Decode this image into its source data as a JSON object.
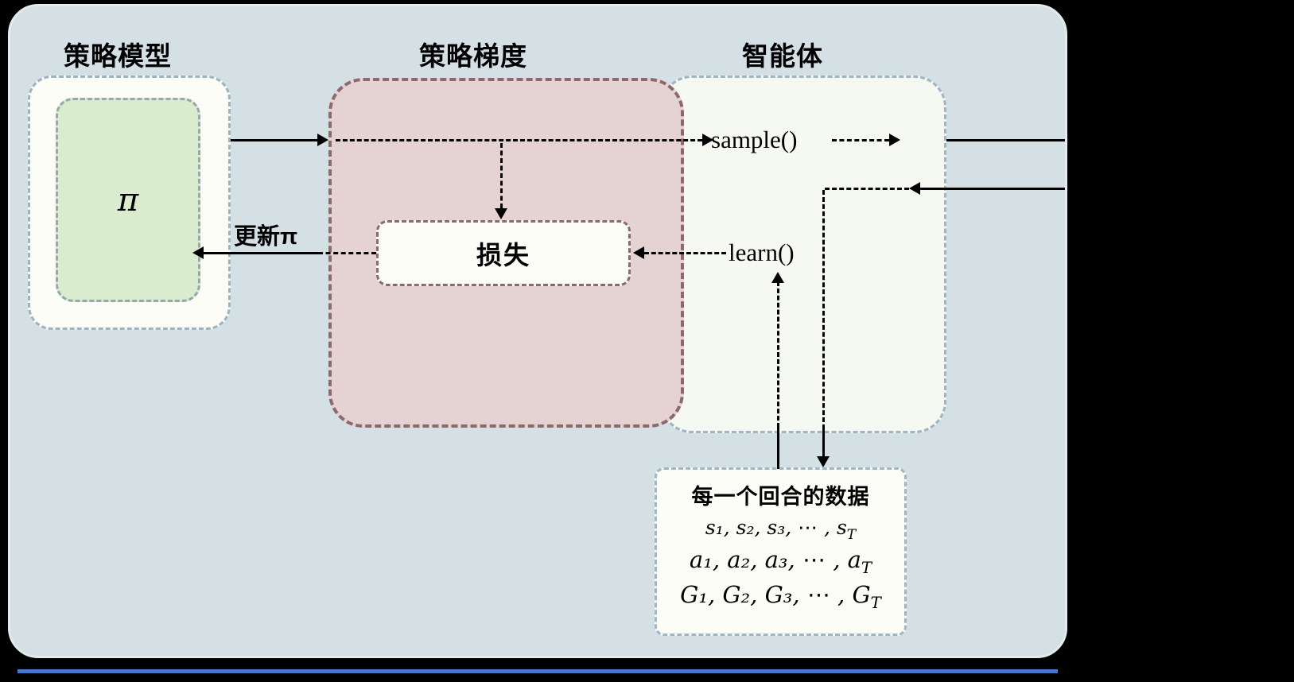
{
  "sections": {
    "policy_model": {
      "title": "策略模型",
      "pi_symbol": "π"
    },
    "policy_gradient": {
      "title": "策略梯度",
      "loss_label": "损失"
    },
    "agent": {
      "title": "智能体",
      "sample_label": "sample()",
      "learn_label": "learn()"
    }
  },
  "arrow_labels": {
    "update_pi": "更新π"
  },
  "episode_data": {
    "title": "每一个回合的数据",
    "states_prefix": "s₁, s₂, s₃, ⋯ , s",
    "actions_prefix": "a₁, a₂, a₃, ⋯ , a",
    "returns_prefix": "G₁, G₂, G₃, ⋯ , G",
    "subscript": "T"
  },
  "colors": {
    "outer_background": "#000000",
    "panel_background": "#d4e0e4",
    "policy_box_fill": "#fbfdf6",
    "pi_box_fill": "#d9ecce",
    "gradient_box_fill": "#e5d3d3",
    "gradient_box_border": "#8d696d",
    "agent_box_fill": "#f6f9f1",
    "loss_box_fill": "#fbfdf6",
    "episode_box_fill": "#fbfdf6",
    "blue_dashed_border": "#a0b6c4",
    "arrow_color": "#000000",
    "bottom_line_blue": "#4577c8"
  }
}
